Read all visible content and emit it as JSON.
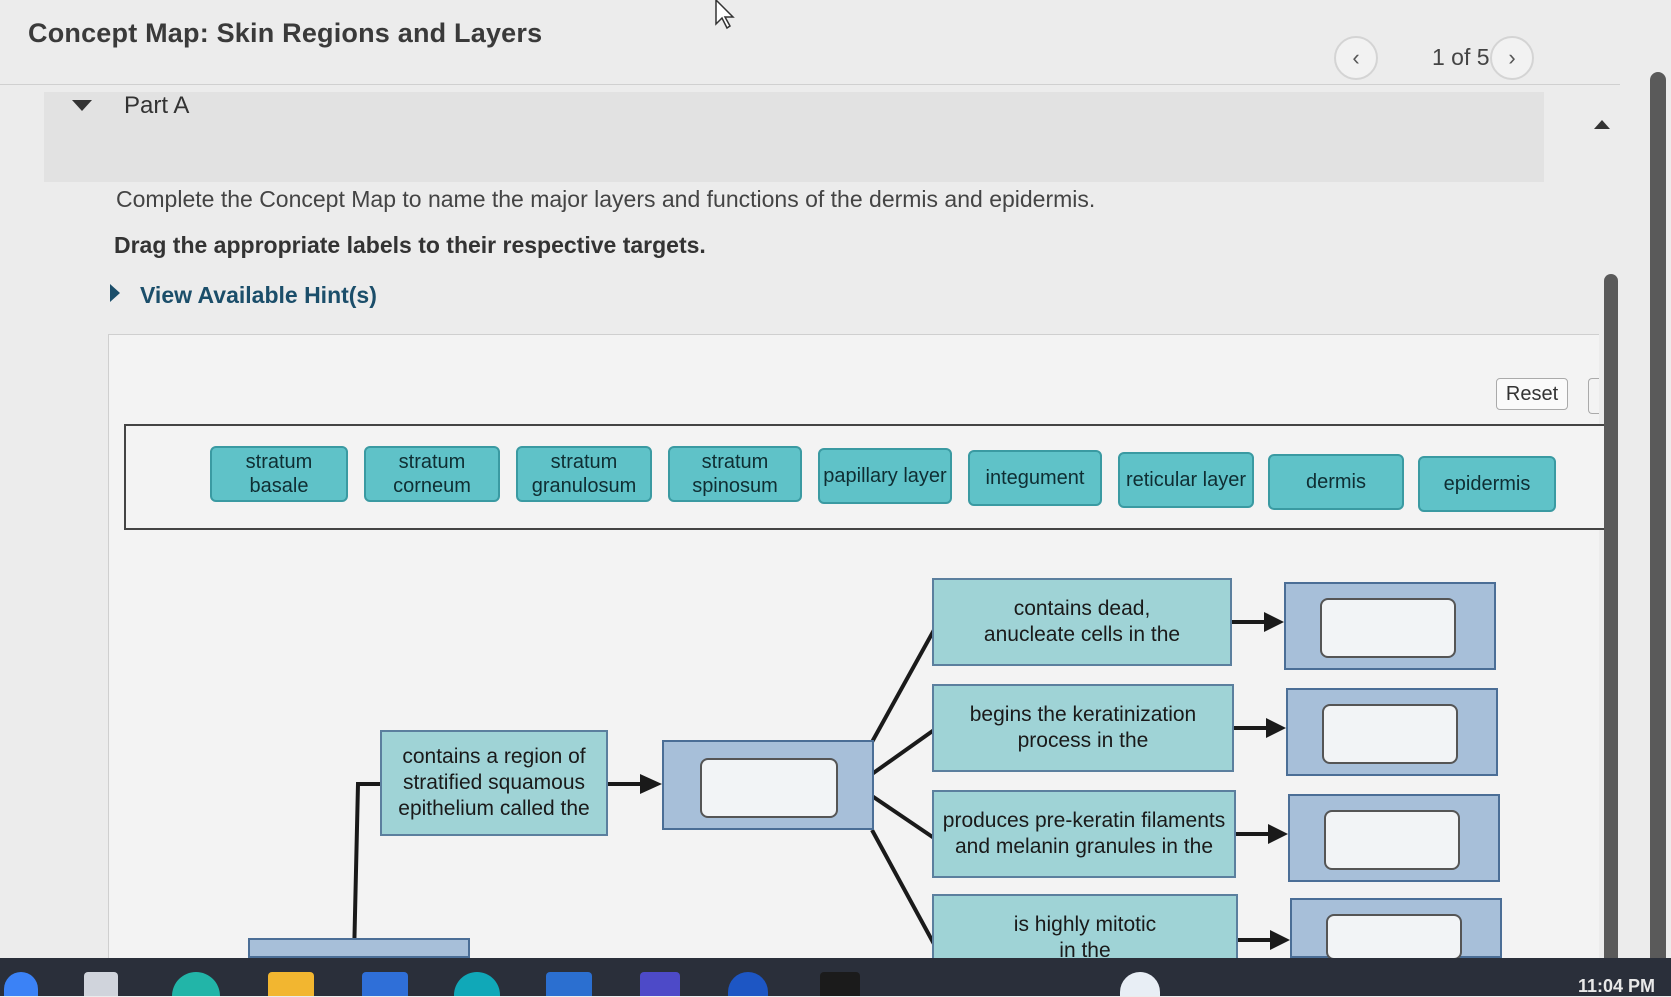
{
  "header": {
    "title": "Concept Map: Skin Regions and Layers",
    "page_indicator": "1 of 5"
  },
  "part": {
    "label": "Part A",
    "instruction": "Complete the Concept Map to name the major layers and functions of the dermis and epidermis.",
    "instruction_bold": "Drag the appropriate labels to their respective targets.",
    "hint_link": "View Available Hint(s)"
  },
  "toolbar": {
    "reset_label": "Reset"
  },
  "labels": [
    {
      "line1": "stratum",
      "line2": "basale"
    },
    {
      "line1": "stratum",
      "line2": "corneum"
    },
    {
      "line1": "stratum",
      "line2": "granulosum"
    },
    {
      "line1": "stratum",
      "line2": "spinosum"
    },
    {
      "line1": "papillary layer",
      "line2": ""
    },
    {
      "line1": "integument",
      "line2": ""
    },
    {
      "line1": "reticular layer",
      "line2": ""
    },
    {
      "line1": "dermis",
      "line2": ""
    },
    {
      "line1": "epidermis",
      "line2": ""
    }
  ],
  "concept_map": {
    "left_box": {
      "line1": "contains a region of",
      "line2": "stratified squamous",
      "line3": "epithelium called the"
    },
    "right_boxes": [
      {
        "line1": "contains dead,",
        "line2": "anucleate cells in the"
      },
      {
        "line1": "begins the keratinization",
        "line2": "process in the"
      },
      {
        "line1": "produces pre-keratin filaments",
        "line2": "and melanin granules in the"
      },
      {
        "line1": "is highly mitotic",
        "line2": "in the"
      }
    ]
  },
  "taskbar": {
    "clock": "11:04 PM"
  },
  "colors": {
    "label_chip": "#5fc2c8",
    "concept_box": "#9fd3d6",
    "target_box": "#a7bfd9",
    "hint_link": "#1b4e6a"
  }
}
